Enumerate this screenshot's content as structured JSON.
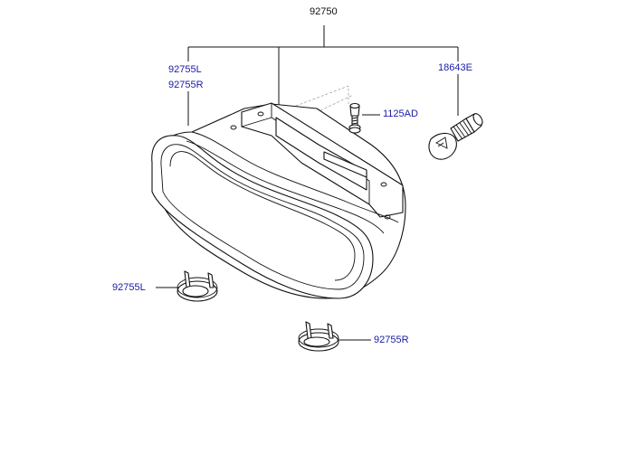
{
  "diagram": {
    "assembly_number": "92750",
    "callouts": [
      {
        "id": "lamp-left",
        "text": "92755L"
      },
      {
        "id": "lamp-right",
        "text": "92755R"
      },
      {
        "id": "bulb",
        "text": "18643E"
      },
      {
        "id": "screw",
        "text": "1125AD"
      },
      {
        "id": "cap-left",
        "text": "92755L"
      },
      {
        "id": "cap-right",
        "text": "92755R"
      }
    ],
    "colors": {
      "callout_text": "#1a1aa8",
      "line": "#111111",
      "background": "#ffffff"
    }
  }
}
